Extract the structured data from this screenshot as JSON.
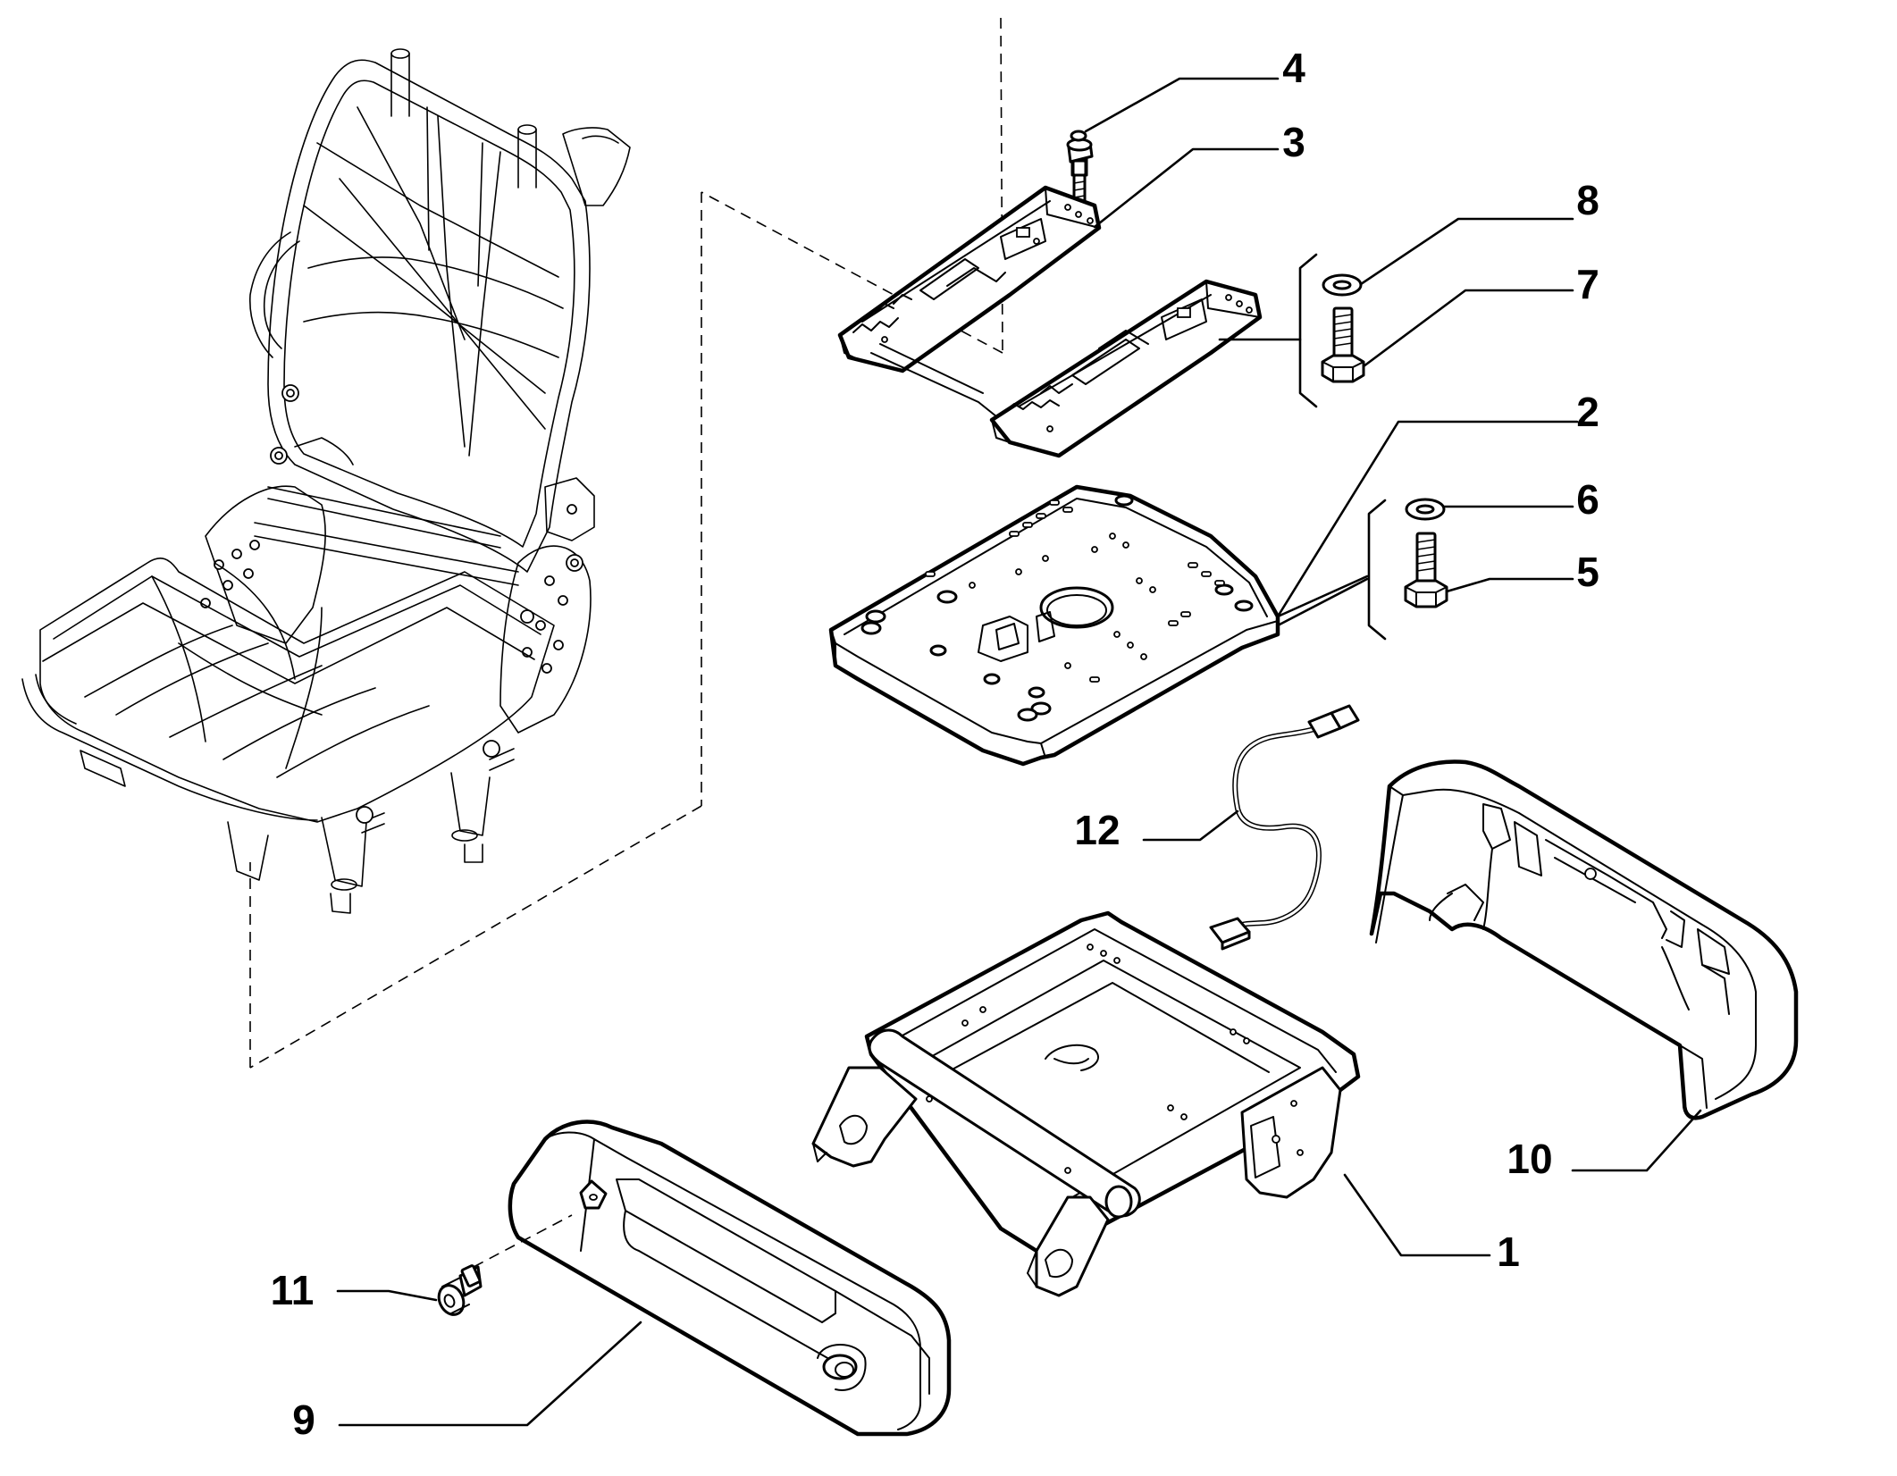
{
  "callouts": [
    {
      "number": "1"
    },
    {
      "number": "2"
    },
    {
      "number": "3"
    },
    {
      "number": "4"
    },
    {
      "number": "5"
    },
    {
      "number": "6"
    },
    {
      "number": "7"
    },
    {
      "number": "8"
    },
    {
      "number": "9"
    },
    {
      "number": "10"
    },
    {
      "number": "11"
    },
    {
      "number": "12"
    }
  ],
  "colors": {
    "line": "#000000",
    "background": "#ffffff"
  }
}
